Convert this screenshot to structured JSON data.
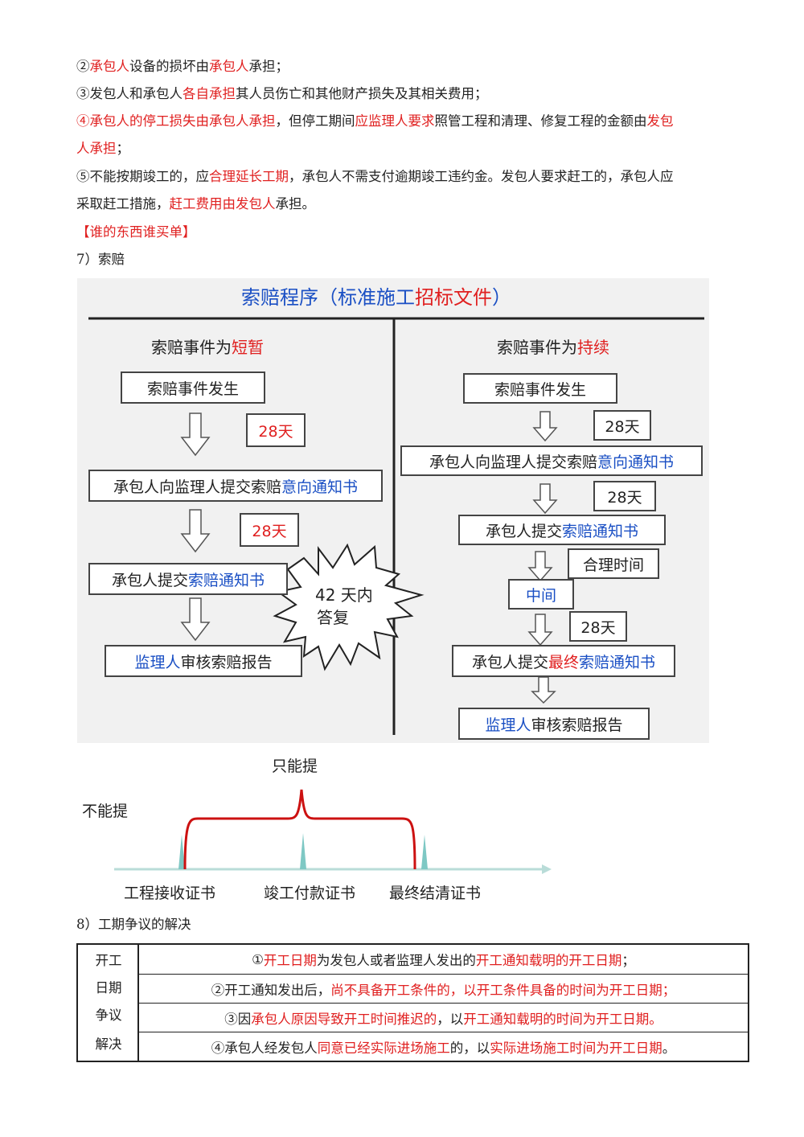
{
  "paragraphs": {
    "p2": {
      "a": "②",
      "b": "承包人",
      "c": "设备的损坏由",
      "d": "承包人",
      "e": "承担；"
    },
    "p3": {
      "a": "③发包人和承包人",
      "b": "各自承担",
      "c": "其人员伤亡和其他财产损失及其相关费用；"
    },
    "p4": {
      "a": "④承包人的停工损失由承包人承担",
      "b": "，但停工期间",
      "c": "应监理人要求",
      "d": "照管工程和清理、修复工程的金额由",
      "e": "发包",
      "f": "人承担",
      "g": "；"
    },
    "p5": {
      "a": "⑤不能按期竣工的，应",
      "b": "合理延长工期",
      "c": "，承包人不需支付逾期竣工违约金。发包人要求赶工的，承包人应",
      "d": "采取赶工措施，",
      "e": "赶工费用由发包人",
      "f": "承担。"
    },
    "motto": "【谁的东西谁买单】",
    "section7": "7）索赔",
    "section8": "8）工期争议的解决"
  },
  "flowchart": {
    "title_a": "索赔程序（标准施工",
    "title_b": "招标文件",
    "title_c": "）",
    "left": {
      "header_a": "索赔事件为",
      "header_b": "短暂",
      "box1": "索赔事件发生",
      "days1": "28天",
      "box2_a": "承包人向监理人提交索赔",
      "box2_b": "意向通知书",
      "days2": "28天",
      "box3_a": "承包人提交",
      "box3_b": "索赔通知书",
      "burst_1": "42 天内",
      "burst_2": "答复",
      "box4_a": "监理人",
      "box4_b": "审核索赔报告"
    },
    "right": {
      "header_a": "索赔事件为",
      "header_b": "持续",
      "box1": "索赔事件发生",
      "days1": "28天",
      "box2_a": "承包人向监理人提交索赔",
      "box2_b": "意向通知书",
      "days2": "28天",
      "box3_a": "承包人提交",
      "box3_b": "索赔通知书",
      "reasonable": "合理时间",
      "middle": "中间",
      "days3": "28天",
      "box4_a": "承包人提交",
      "box4_b": "最终",
      "box4_c": "索赔通知书",
      "box5_a": "监理人",
      "box5_b": "审核索赔报告"
    }
  },
  "timeline": {
    "only_can": "只能提",
    "cannot": "不能提",
    "labels": [
      "工程接收证书",
      "竣工付款证书",
      "最终结清证书"
    ]
  },
  "table": {
    "left": [
      "开工",
      "日期",
      "争议",
      "解决"
    ],
    "rows": [
      [
        {
          "t": "①",
          "r": false
        },
        {
          "t": "开工日期",
          "r": true
        },
        {
          "t": "为发包人或者监理人发出的",
          "r": false
        },
        {
          "t": "开工通知载明的开工日期",
          "r": true
        },
        {
          "t": "；",
          "r": false
        }
      ],
      [
        {
          "t": "②开工通知发出后，",
          "r": false
        },
        {
          "t": "尚不具备开工条件的，以开工条件具备的时间为开工日期；",
          "r": true
        }
      ],
      [
        {
          "t": "③因",
          "r": false
        },
        {
          "t": "承包人原因导致开工时间推迟的",
          "r": true
        },
        {
          "t": "，以",
          "r": false
        },
        {
          "t": "开工通知载明的时间为开工日期。",
          "r": true
        }
      ],
      [
        {
          "t": "④承包人经发包人",
          "r": false
        },
        {
          "t": "同意已经实际进场施工",
          "r": true
        },
        {
          "t": "的，以",
          "r": false
        },
        {
          "t": "实际进场施工时间为开工日期",
          "r": true
        },
        {
          "t": "。",
          "r": false
        }
      ]
    ]
  },
  "colors": {
    "red": "#e02020",
    "blue": "#1a4fc4",
    "timeline_red": "#cc1111",
    "timeline_teal": "#7ec8c4"
  }
}
